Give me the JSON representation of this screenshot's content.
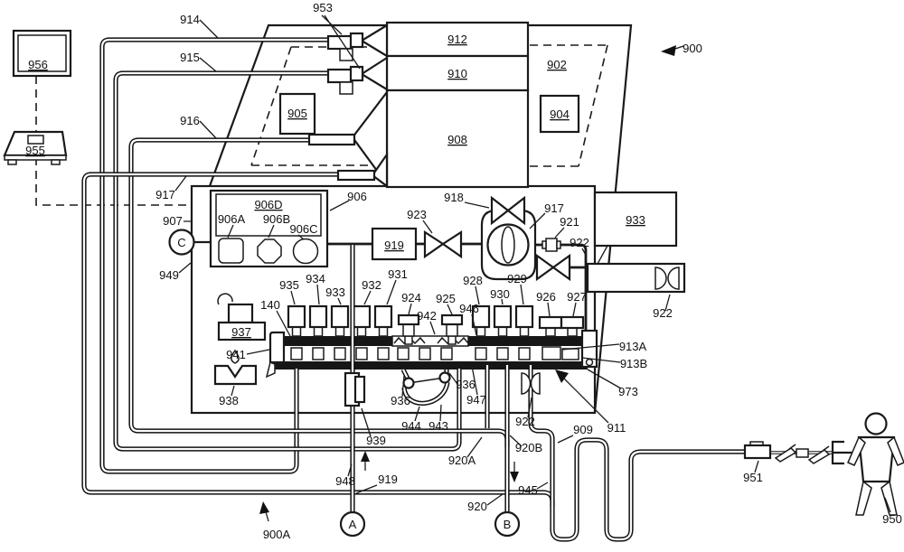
{
  "colors": {
    "ink": "#111111",
    "background": "#ffffff"
  },
  "figure": {
    "type": "patent-schematic",
    "system_reference": "900"
  },
  "labels": {
    "ref900": "900",
    "ref900a": "900A",
    "ref956": "956",
    "ref955": "955",
    "ref914": "914",
    "ref915": "915",
    "ref916": "916",
    "ref917_line": "917",
    "ref953": "953",
    "ref905": "905",
    "ref902": "902",
    "ref912": "912",
    "ref910": "910",
    "ref908": "908",
    "ref904": "904",
    "ref906": "906",
    "ref906d": "906D",
    "ref906a": "906A",
    "ref906b": "906B",
    "ref906c": "906C",
    "ref907": "907",
    "ref949": "949",
    "refC": "C",
    "ref937": "937",
    "ref938": "938",
    "ref941": "941",
    "ref140": "140",
    "ref935": "935",
    "ref934": "934",
    "ref933_valve": "933",
    "ref932": "932",
    "ref931": "931",
    "ref924": "924",
    "ref925": "925",
    "ref942": "942",
    "ref946": "946",
    "ref928": "928",
    "ref930": "930",
    "ref929": "929",
    "ref926": "926",
    "ref927": "927",
    "ref913a": "913A",
    "ref913b": "913B",
    "ref973": "973",
    "ref911": "911",
    "ref936_left": "936",
    "ref936_right": "936",
    "ref944": "944",
    "ref943": "943",
    "ref947": "947",
    "ref919_box": "919",
    "ref923": "923",
    "ref918": "918",
    "ref917_pump": "917",
    "ref921": "921",
    "ref922_bend": "922",
    "ref933_box": "933",
    "ref922_housing": "922",
    "ref922_detector": "922",
    "ref920a": "920A",
    "ref920b": "920B",
    "ref920": "920",
    "ref945": "945",
    "ref909": "909",
    "ref948": "948",
    "ref919_line": "919",
    "ref939": "939",
    "refA": "A",
    "refB": "B",
    "ref950": "950",
    "ref951": "951"
  }
}
